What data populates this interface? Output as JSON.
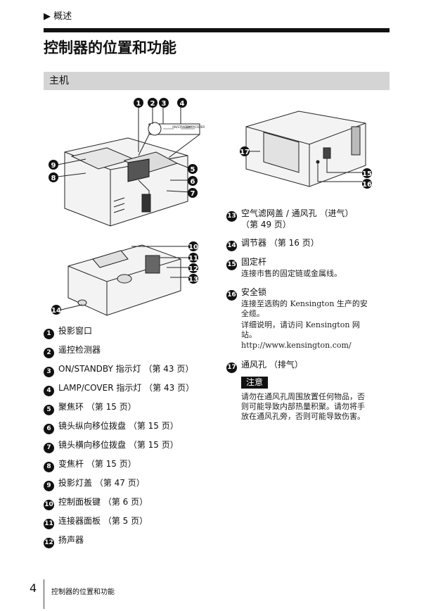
{
  "breadcrumb": "▶ 概述",
  "title": "控制器的位置和功能",
  "section": "主机",
  "items": [
    {
      "num": "1",
      "text": "投影窗口"
    },
    {
      "num": "2",
      "text": "遥控检测器"
    },
    {
      "num": "3",
      "text": "ON/STANDBY 指示灯 （第 43 页）"
    },
    {
      "num": "4",
      "text": "LAMP/COVER 指示灯 （第 43 页）"
    },
    {
      "num": "5",
      "text": "聚焦环 （第 15 页）"
    },
    {
      "num": "6",
      "text": "镜头纵向移位拨盘 （第 15 页）"
    },
    {
      "num": "7",
      "text": "镜头横向移位拨盘 （第 15 页）"
    },
    {
      "num": "8",
      "text": "变焦杆 （第 15 页）"
    },
    {
      "num": "9",
      "text": "投影灯盖 （第 47 页）"
    },
    {
      "num": "10",
      "text": "控制面板键 （第 6 页）"
    },
    {
      "num": "11",
      "text": "连接器面板 （第 5 页）"
    },
    {
      "num": "12",
      "text": "扬声器"
    }
  ],
  "right": {
    "i13_line1": "空气滤网盖 / 通风孔 （进气）",
    "i13_line2": "（第 49 页）",
    "i14": "调节器 （第 16 页）",
    "i15": "固定杆",
    "i15_desc": "连接市售的固定链或金属线。",
    "i16": "安全锁",
    "i16_desc1": "连接至选购的 Kensington 生产的安",
    "i16_desc2": "全缆。",
    "i16_desc3": "详细说明，请访问 Kensington 网",
    "i16_desc4": "站。",
    "i16_url": "http://www.kensington.com/",
    "i17": "通风孔 （排气）",
    "note_tag": "注意",
    "note1": "请勿在通风孔周围放置任何物品，否",
    "note2": "则可能导致内部热量积聚。请勿将手",
    "note3": "放在通风孔旁，否则可能导致伤害。"
  },
  "diagram_labels": {
    "on_standby": "ON/STANDBY",
    "lamp_cover": "LAMP/COVER"
  },
  "callouts": [
    "1",
    "2",
    "3",
    "4",
    "5",
    "6",
    "7",
    "8",
    "9",
    "10",
    "11",
    "12",
    "13",
    "14",
    "15",
    "16",
    "17"
  ],
  "footer": {
    "page": "4",
    "text": "控制器的位置和功能"
  }
}
